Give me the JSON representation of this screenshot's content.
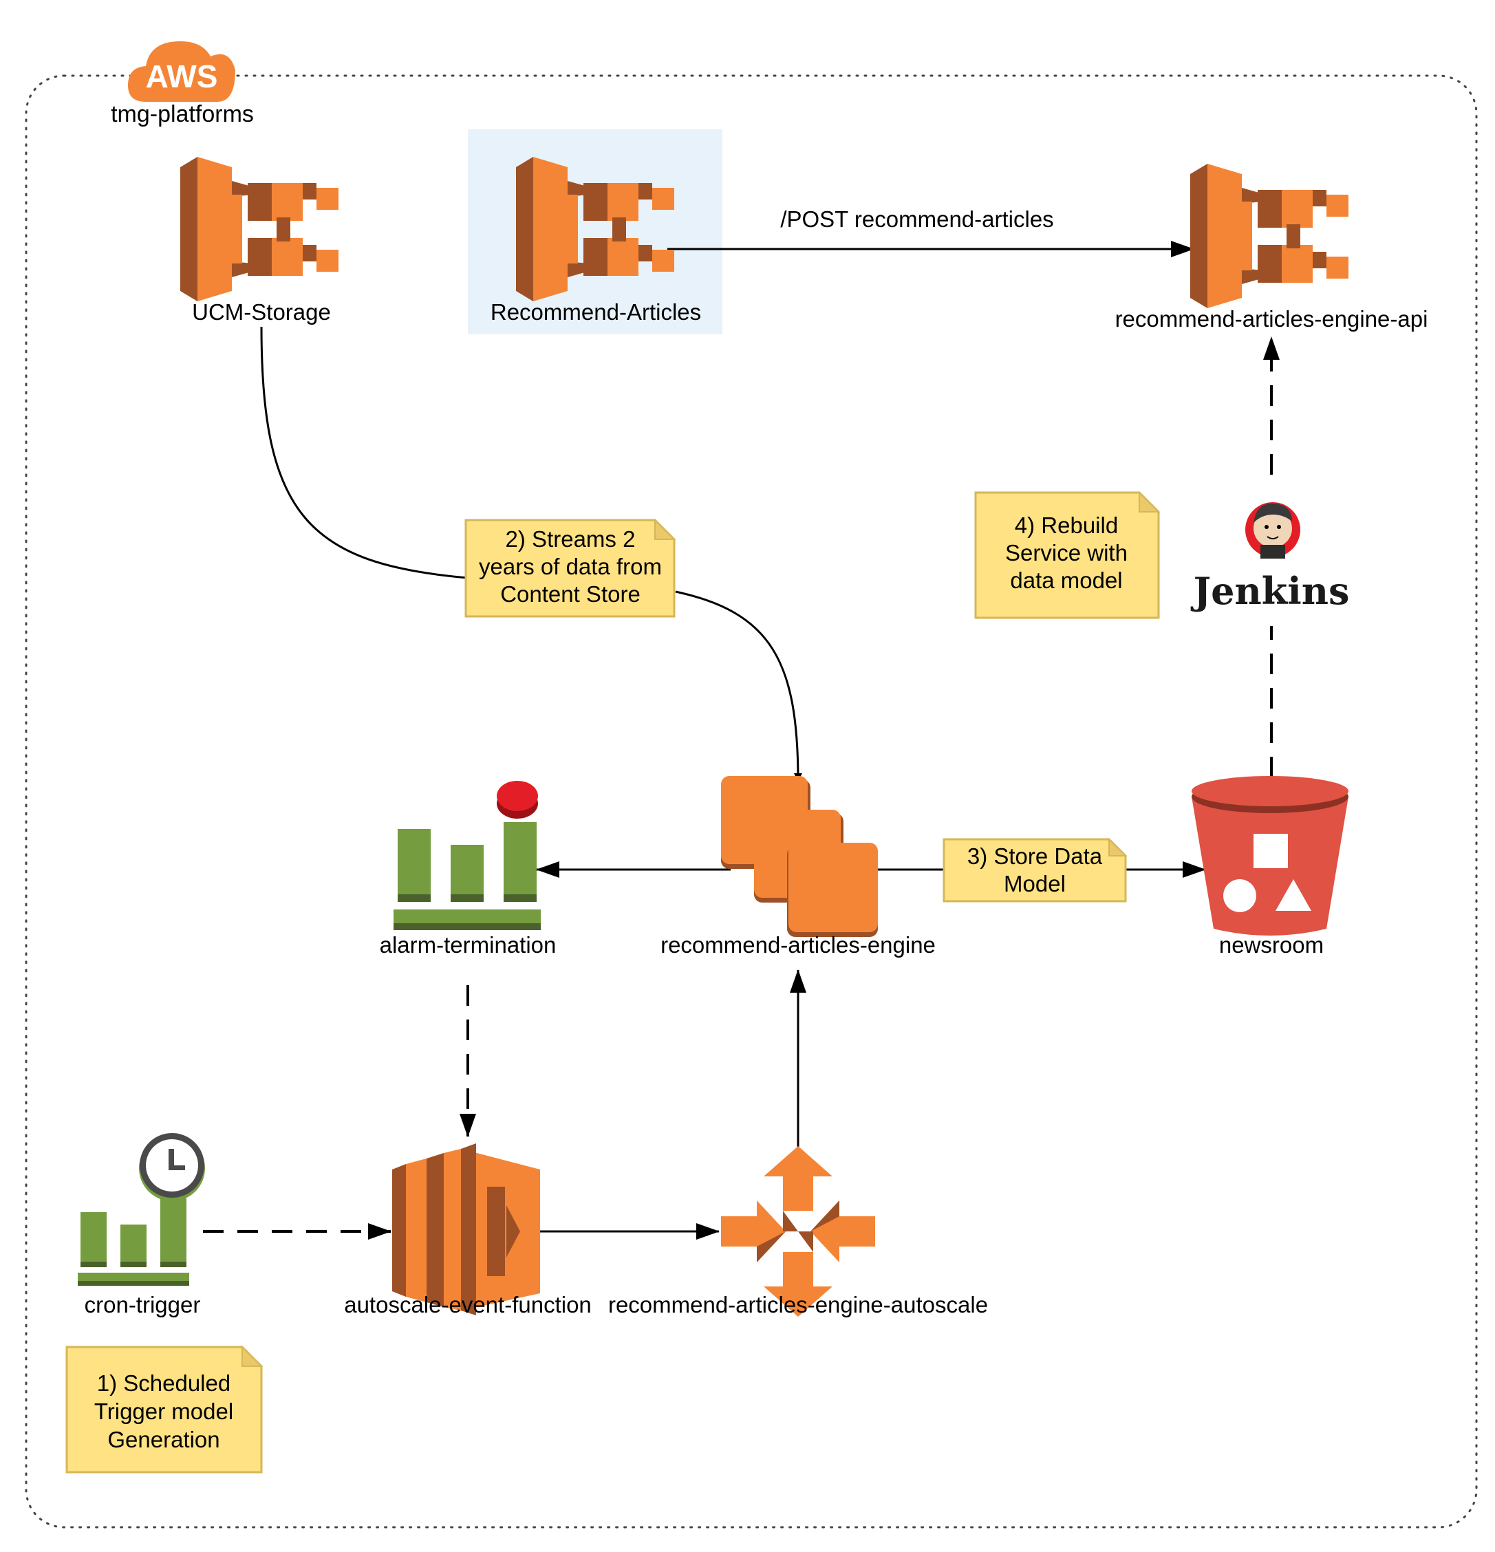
{
  "account": {
    "badge": "AWS",
    "name": "tmg-platforms"
  },
  "nodes": {
    "ucm_storage": "UCM-Storage",
    "recommend_articles": "Recommend-Articles",
    "engine_api": "recommend-articles-engine-api",
    "alarm_termination": "alarm-termination",
    "engine": "recommend-articles-engine",
    "newsroom": "newsroom",
    "cron_trigger": "cron-trigger",
    "autoscale_event_function": "autoscale-event-function",
    "engine_autoscale": "recommend-articles-engine-autoscale",
    "jenkins": "Jenkins"
  },
  "edges": {
    "post_label": "/POST recommend-articles"
  },
  "notes": {
    "step1": [
      "1) Scheduled",
      "Trigger model",
      "Generation"
    ],
    "step2": [
      "2) Streams 2",
      "years of data from",
      "Content Store"
    ],
    "step3": [
      "3) Store Data",
      "Model"
    ],
    "step4": [
      "4) Rebuild",
      "Service with",
      "data model"
    ]
  },
  "colors": {
    "aws_orange": "#F58536",
    "aws_dark_orange": "#9D5025",
    "cloudwatch_green": "#759C3E",
    "cloudwatch_dark_green": "#4B612C",
    "s3_red": "#E05243",
    "alarm_red": "#E31E26",
    "note_fill": "#FFE283",
    "note_stroke": "#D6B656",
    "highlight_fill": "#E8F2FA"
  }
}
